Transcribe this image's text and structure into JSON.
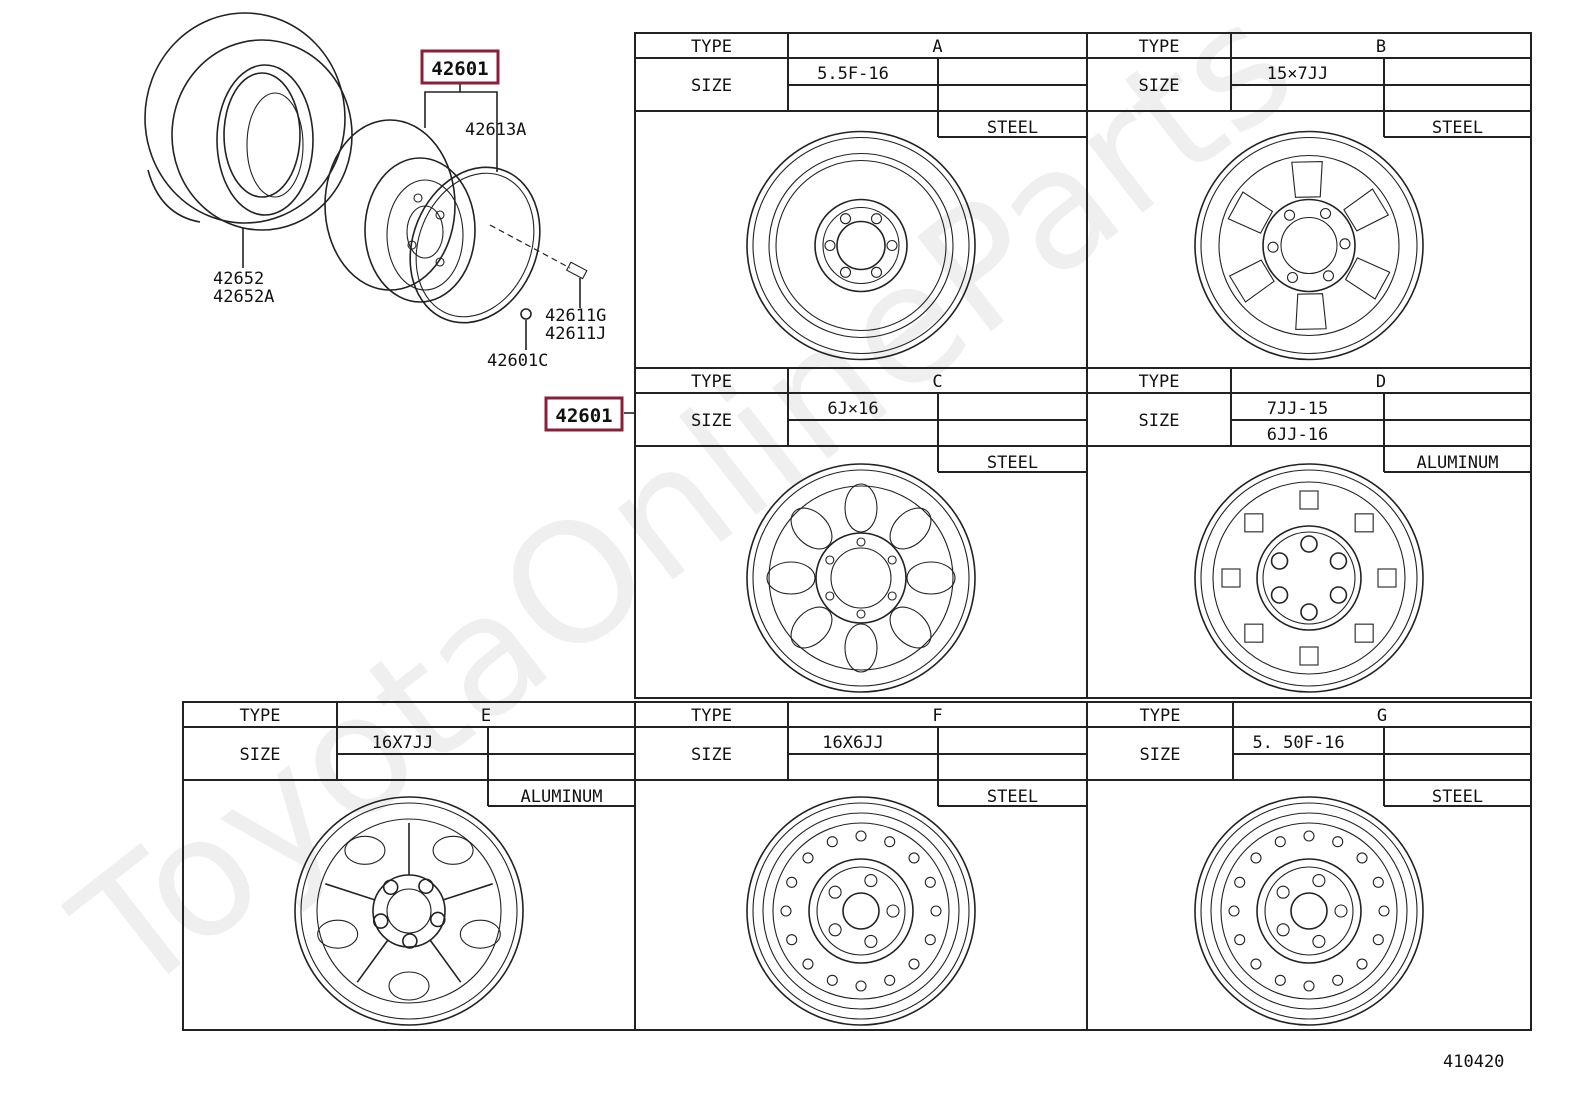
{
  "watermark": "ToyotaOnlineParts",
  "part_callouts": {
    "top_box": "42601",
    "middle_box": "42601",
    "rim_ring": "42613A",
    "tire_1": "42652",
    "tire_2": "42652A",
    "stud_1": "42611G",
    "stud_2": "42611J",
    "nut": "42601C"
  },
  "wheel_types": [
    {
      "type_label": "TYPE",
      "size_label": "SIZE",
      "type": "A",
      "sizes": [
        "5.5F-16"
      ],
      "material": "STEEL"
    },
    {
      "type_label": "TYPE",
      "size_label": "SIZE",
      "type": "B",
      "sizes": [
        "15×7JJ"
      ],
      "material": "STEEL"
    },
    {
      "type_label": "TYPE",
      "size_label": "SIZE",
      "type": "C",
      "sizes": [
        "6J×16"
      ],
      "material": "STEEL"
    },
    {
      "type_label": "TYPE",
      "size_label": "SIZE",
      "type": "D",
      "sizes": [
        "7JJ-15",
        "6JJ-16"
      ],
      "material": "ALUMINUM"
    },
    {
      "type_label": "TYPE",
      "size_label": "SIZE",
      "type": "E",
      "sizes": [
        "16X7JJ"
      ],
      "material": "ALUMINUM"
    },
    {
      "type_label": "TYPE",
      "size_label": "SIZE",
      "type": "F",
      "sizes": [
        "16X6JJ"
      ],
      "material": "STEEL"
    },
    {
      "type_label": "TYPE",
      "size_label": "SIZE",
      "type": "G",
      "sizes": [
        "5. 50F-16"
      ],
      "material": "STEEL"
    }
  ],
  "figure_code": "410420"
}
